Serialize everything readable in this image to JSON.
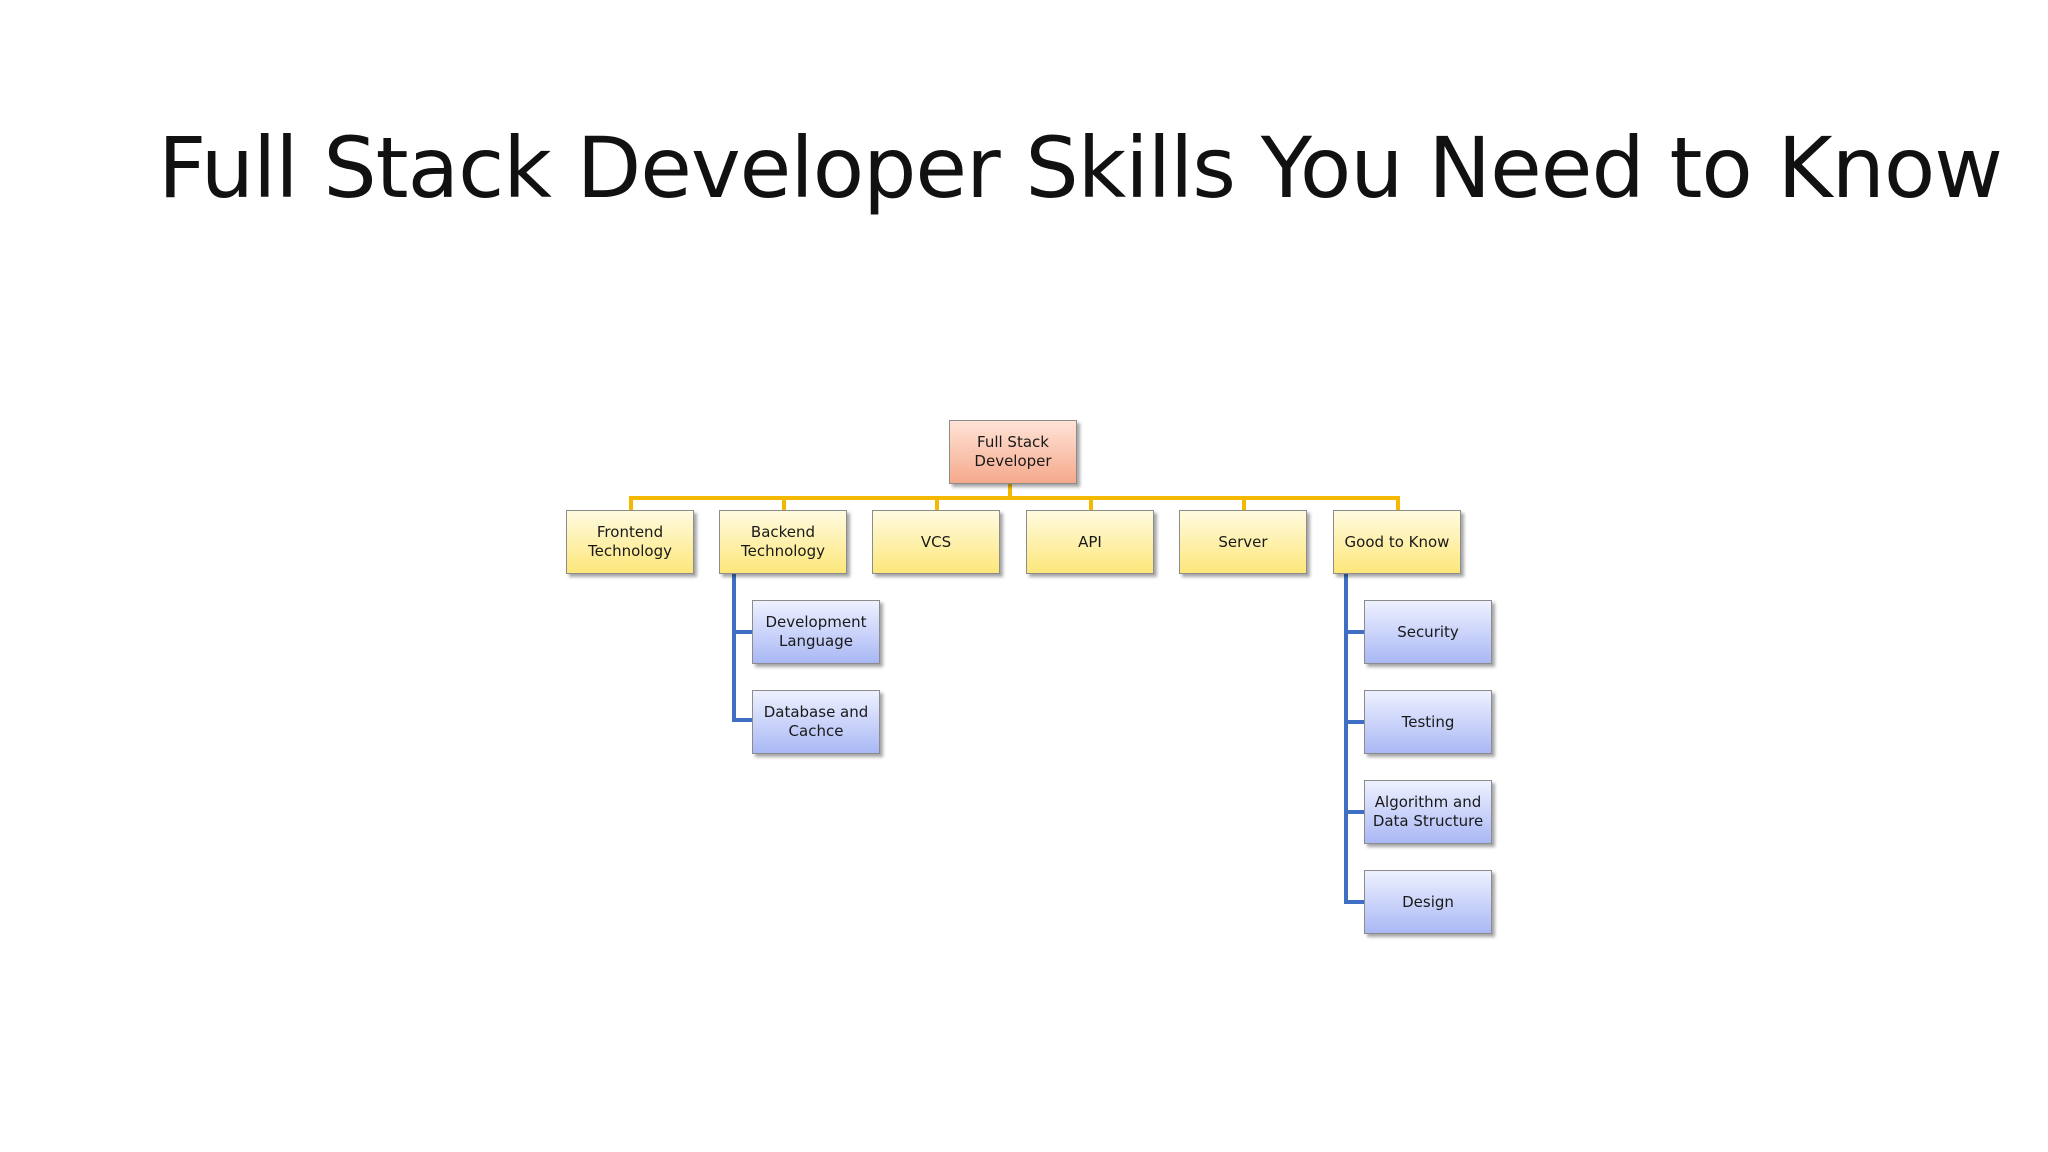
{
  "slide": {
    "title": "Full Stack Developer Skills You Need to Know"
  },
  "diagram": {
    "root": "Full Stack\nDeveloper",
    "categories": [
      {
        "label": "Frontend\nTechnology"
      },
      {
        "label": "Backend\nTechnology",
        "children": [
          "Development\nLanguage",
          "Database and\nCachce"
        ]
      },
      {
        "label": "VCS"
      },
      {
        "label": "API"
      },
      {
        "label": "Server"
      },
      {
        "label": "Good to Know",
        "children": [
          "Security",
          "Testing",
          "Algorithm and\nData Structure",
          "Design"
        ]
      }
    ],
    "colors": {
      "root_fill": "#f5a98c",
      "category_fill": "#fde77a",
      "child_fill": "#a9b8f5",
      "gold_connector": "#f5b800",
      "blue_connector": "#3f6fc2"
    }
  }
}
